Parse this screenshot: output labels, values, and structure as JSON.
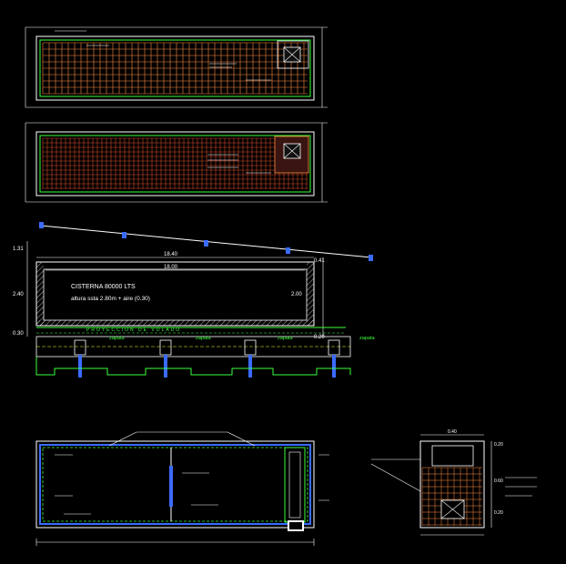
{
  "dimensions": {
    "top_length": "18.40",
    "inner_length": "18.00",
    "left_height_1": "1.31",
    "left_height_2": "2.40",
    "right_height": "2.00",
    "bottom_level": "0.30",
    "slope_right": "0.41",
    "right_level": "0.20"
  },
  "section": {
    "title": "CISTERNA 80000 LTS",
    "subtitle": "altura ssta 2.80m + aire (0.30)",
    "projection_label": "PROYECCION DE VOLADO",
    "footing_labels": [
      "zapata",
      "zapata",
      "zapata",
      "zapata"
    ]
  },
  "detail": {
    "top_dim": "0.40",
    "side_dims": [
      "0.20",
      "0.60",
      "0.20"
    ]
  },
  "colors": {
    "background": "#000000",
    "mesh_orange": "#ff8c42",
    "mesh_red": "#d04a2a",
    "wall_white": "#ffffff",
    "accent_blue": "#3a6bff",
    "green": "#3dff3d",
    "cyan": "#3ad8ff",
    "yellow": "#ffff3a"
  }
}
